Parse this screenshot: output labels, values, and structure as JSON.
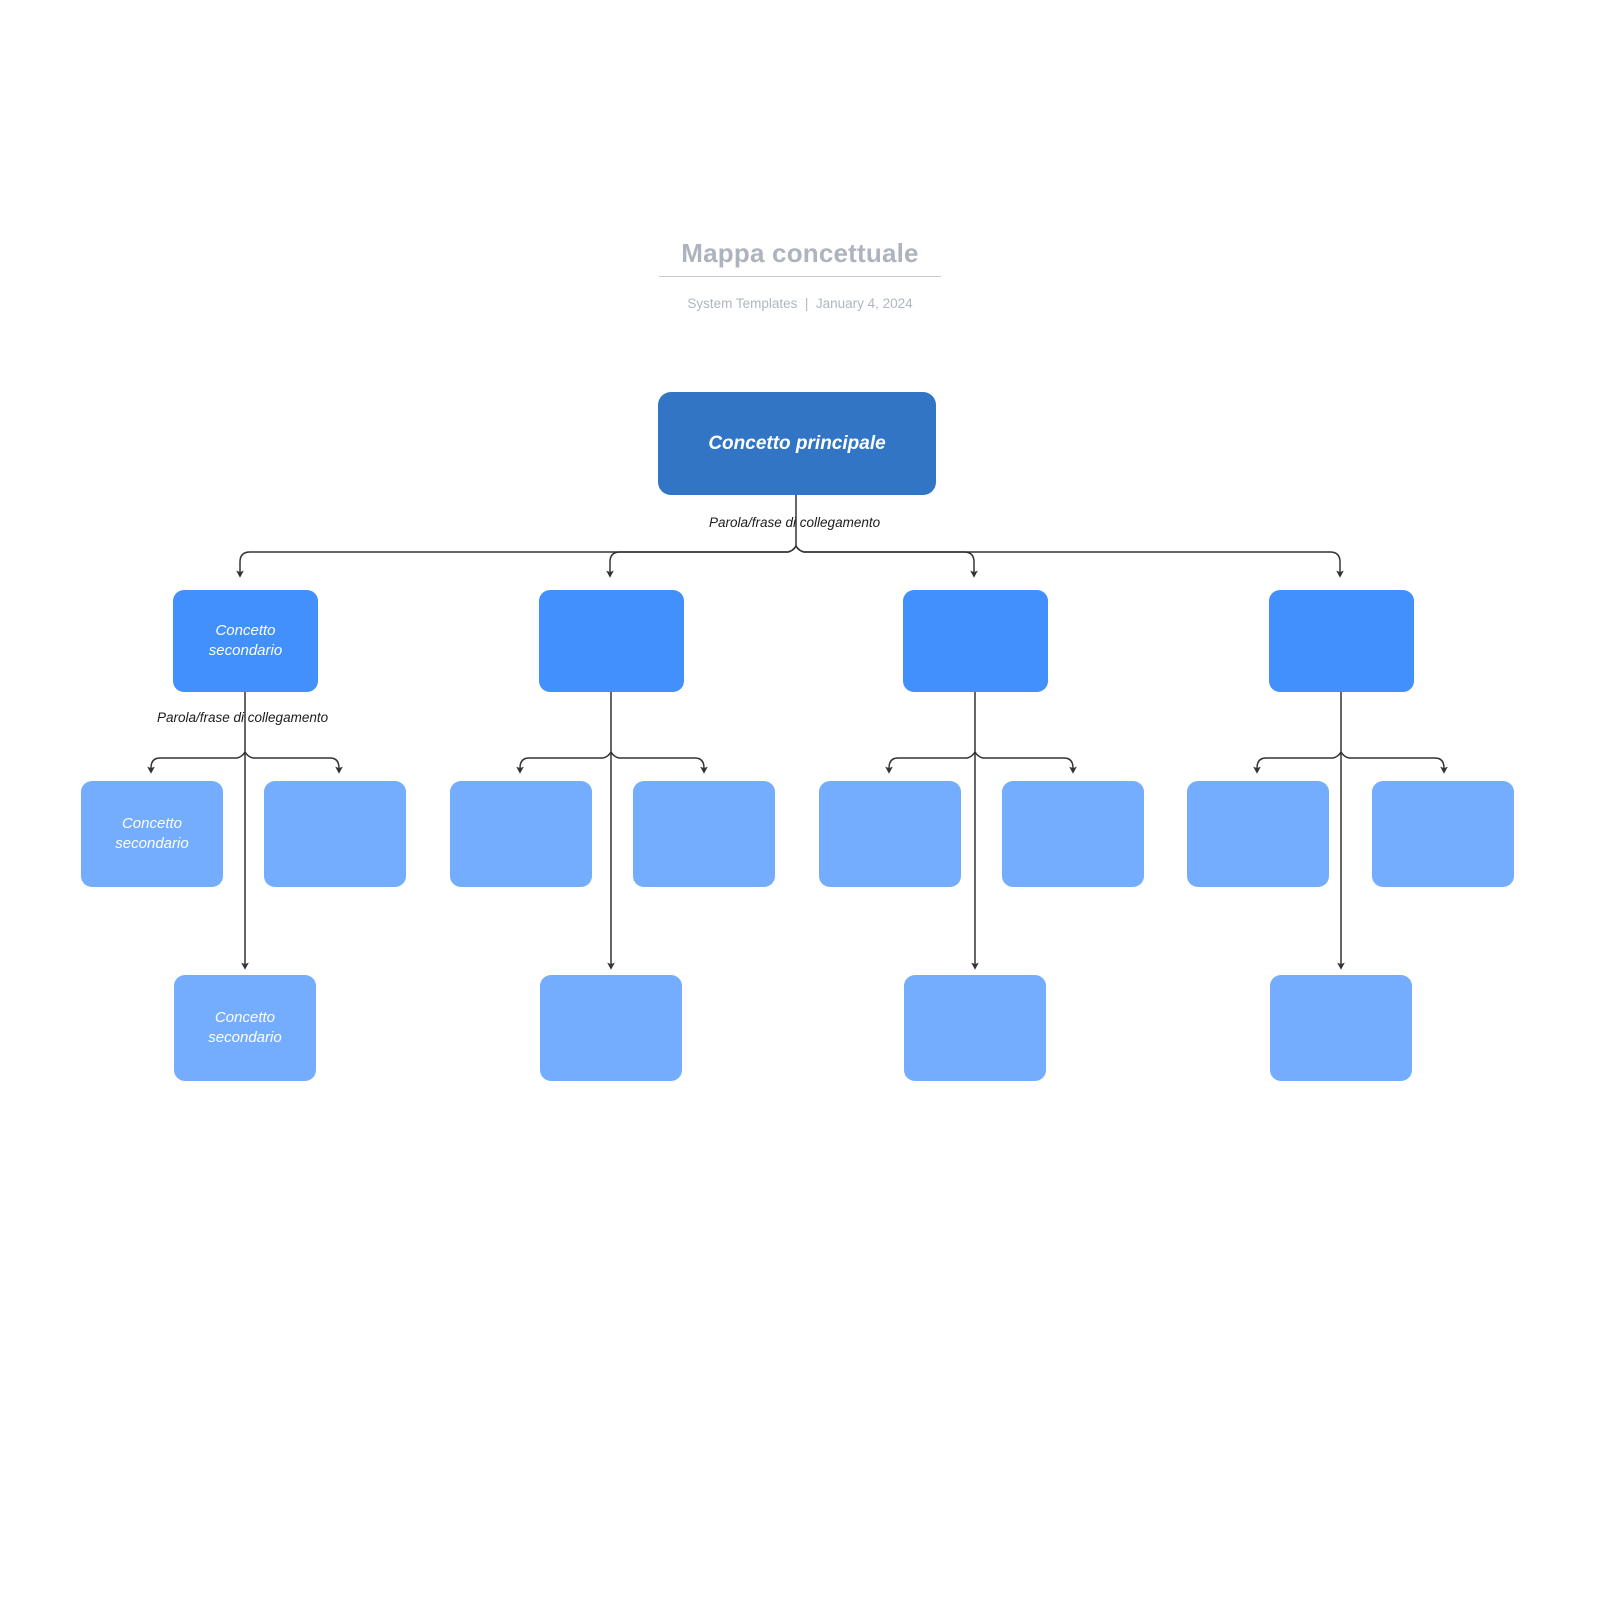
{
  "header": {
    "title": "Mappa concettuale",
    "meta": "System Templates  |  January 4, 2024",
    "author": "System Templates",
    "date": "January 4, 2024"
  },
  "colors": {
    "root_fill": "#3175c4",
    "level2_fill": "#4190fb",
    "level3_fill": "#74adfd",
    "connector": "#333333",
    "title_text": "#aeb4bf",
    "meta_text": "#b0b6c0",
    "node_text": "#ffffff",
    "label_text": "#1c1c1c",
    "background": "#ffffff"
  },
  "diagram": {
    "type": "concept-map",
    "root": {
      "label": "Concetto principale"
    },
    "level2": [
      {
        "label": "Concetto\nsecondario"
      },
      {
        "label": ""
      },
      {
        "label": ""
      },
      {
        "label": ""
      }
    ],
    "level3": [
      {
        "label": "Concetto\nsecondario"
      },
      {
        "label": ""
      },
      {
        "label": ""
      },
      {
        "label": ""
      },
      {
        "label": ""
      },
      {
        "label": ""
      },
      {
        "label": ""
      },
      {
        "label": ""
      }
    ],
    "level4": [
      {
        "label": "Concetto\nsecondario"
      },
      {
        "label": ""
      },
      {
        "label": ""
      },
      {
        "label": ""
      }
    ],
    "edge_labels": [
      {
        "text": "Parola/frase di collegamento"
      },
      {
        "text": "Parola/frase di collegamento"
      }
    ]
  }
}
